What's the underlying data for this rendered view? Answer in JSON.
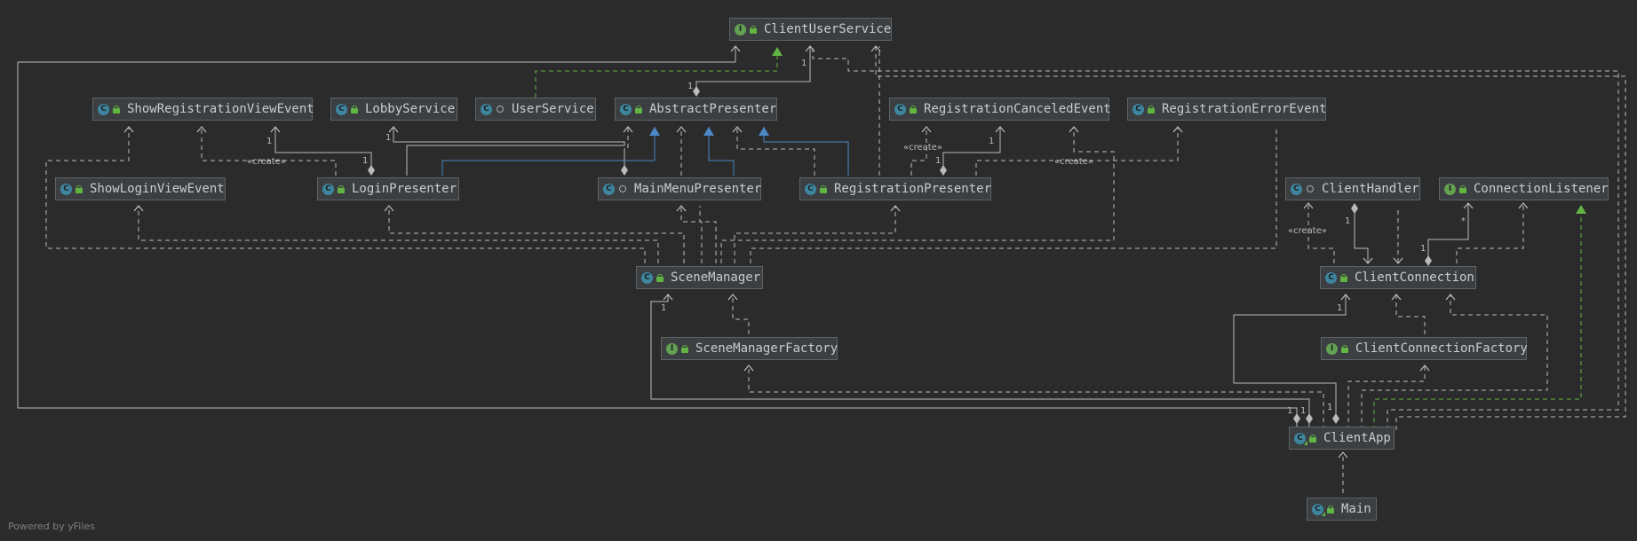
{
  "colors": {
    "background": "#2b2b2b",
    "node_fill": "#3c3f41",
    "dependency_edge": "#bbbbbb",
    "implementation_edge": "#62b543",
    "inheritance_edge": "#4a88c7"
  },
  "nodes": {
    "client_user_service": {
      "label": "ClientUserService",
      "kind": "interface"
    },
    "show_registration_view_event": {
      "label": "ShowRegistrationViewEvent",
      "kind": "class"
    },
    "lobby_service": {
      "label": "LobbyService",
      "kind": "class"
    },
    "user_service": {
      "label": "UserService",
      "kind": "class"
    },
    "abstract_presenter": {
      "label": "AbstractPresenter",
      "kind": "class"
    },
    "registration_canceled_event": {
      "label": "RegistrationCanceledEvent",
      "kind": "class"
    },
    "registration_error_event": {
      "label": "RegistrationErrorEvent",
      "kind": "class"
    },
    "show_login_view_event": {
      "label": "ShowLoginViewEvent",
      "kind": "class"
    },
    "login_presenter": {
      "label": "LoginPresenter",
      "kind": "class"
    },
    "main_menu_presenter": {
      "label": "MainMenuPresenter",
      "kind": "class"
    },
    "registration_presenter": {
      "label": "RegistrationPresenter",
      "kind": "class"
    },
    "client_handler": {
      "label": "ClientHandler",
      "kind": "class"
    },
    "connection_listener": {
      "label": "ConnectionListener",
      "kind": "interface"
    },
    "scene_manager": {
      "label": "SceneManager",
      "kind": "class"
    },
    "client_connection": {
      "label": "ClientConnection",
      "kind": "class"
    },
    "scene_manager_factory": {
      "label": "SceneManagerFactory",
      "kind": "interface"
    },
    "client_connection_factory": {
      "label": "ClientConnectionFactory",
      "kind": "interface"
    },
    "client_app": {
      "label": "ClientApp",
      "kind": "main"
    },
    "main": {
      "label": "Main",
      "kind": "main"
    }
  },
  "edge_labels": {
    "one": "1",
    "many": "*",
    "create": "«create»"
  },
  "footer": "Powered by yFiles"
}
